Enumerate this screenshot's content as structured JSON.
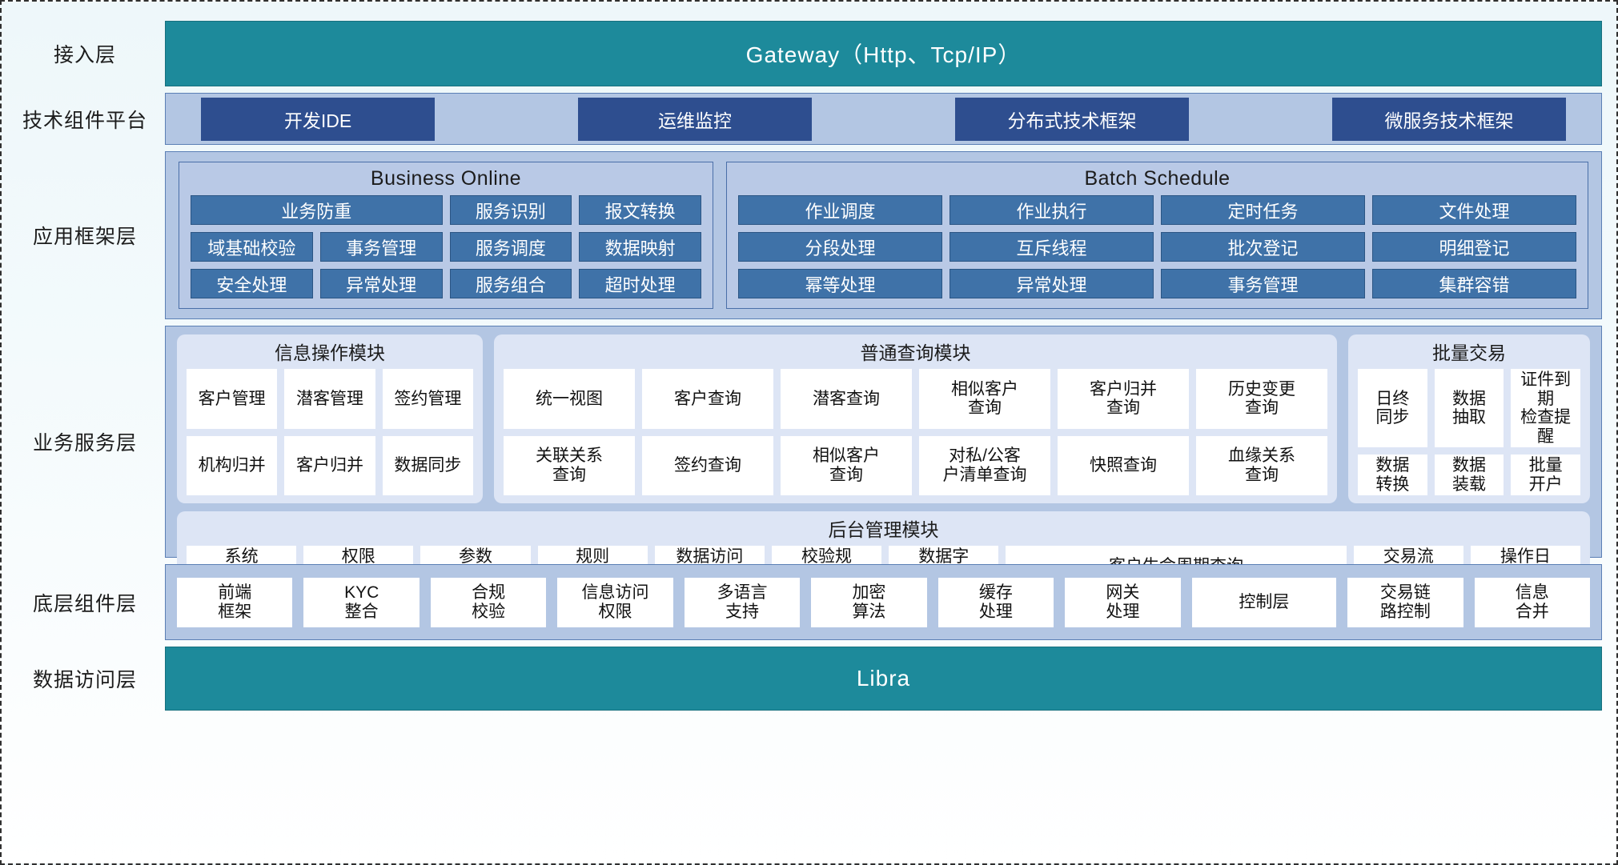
{
  "layers": [
    {
      "id": "access",
      "label": "接入层"
    },
    {
      "id": "tech",
      "label": "技术组件平台"
    },
    {
      "id": "appframe",
      "label": "应用框架层"
    },
    {
      "id": "service",
      "label": "业务服务层"
    },
    {
      "id": "component",
      "label": "底层组件层"
    },
    {
      "id": "data",
      "label": "数据访问层"
    }
  ],
  "access_layer": {
    "title": "Gateway（Http、Tcp/IP）"
  },
  "tech_layer": {
    "items": [
      "开发IDE",
      "运维监控",
      "分布式技术框架",
      "微服务技术框架"
    ]
  },
  "app_framework": {
    "business_online": {
      "title": "Business Online",
      "items": [
        {
          "label": "业务防重",
          "span": 2
        },
        {
          "label": "服务识别",
          "span": 1
        },
        {
          "label": "报文转换",
          "span": 1
        },
        {
          "label": "域基础校验",
          "span": 1
        },
        {
          "label": "事务管理",
          "span": 1
        },
        {
          "label": "服务调度",
          "span": 1
        },
        {
          "label": "数据映射",
          "span": 1
        },
        {
          "label": "安全处理",
          "span": 1
        },
        {
          "label": "异常处理",
          "span": 1
        },
        {
          "label": "服务组合",
          "span": 1
        },
        {
          "label": "超时处理",
          "span": 1
        }
      ]
    },
    "batch_schedule": {
      "title": "Batch Schedule",
      "items": [
        {
          "label": "作业调度",
          "span": 1
        },
        {
          "label": "作业执行",
          "span": 1
        },
        {
          "label": "定时任务",
          "span": 1
        },
        {
          "label": "文件处理",
          "span": 1
        },
        {
          "label": "分段处理",
          "span": 1
        },
        {
          "label": "互斥线程",
          "span": 1
        },
        {
          "label": "批次登记",
          "span": 1
        },
        {
          "label": "明细登记",
          "span": 1
        },
        {
          "label": "幂等处理",
          "span": 1
        },
        {
          "label": "异常处理",
          "span": 1
        },
        {
          "label": "事务管理",
          "span": 1
        },
        {
          "label": "集群容错",
          "span": 1
        }
      ]
    }
  },
  "business_service": {
    "info_module": {
      "title": "信息操作模块",
      "items": [
        "客户管理",
        "潜客管理",
        "签约管理",
        "机构归并",
        "客户归并",
        "数据同步"
      ]
    },
    "query_module": {
      "title": "普通查询模块",
      "items": [
        "统一视图",
        "客户查询",
        "潜客查询",
        "相似客户\n查询",
        "客户归并\n查询",
        "历史变更\n查询",
        "关联关系\n查询",
        "签约查询",
        "相似客户\n查询",
        "对私/公客\n户清单查询",
        "快照查询",
        "血缘关系\n查询"
      ]
    },
    "batch_module": {
      "title": "批量交易",
      "items": [
        "日终\n同步",
        "数据\n抽取",
        "证件到期\n检查提醒",
        "数据\n转换",
        "数据\n装载",
        "批量\n开户"
      ]
    },
    "admin_module": {
      "title": "后台管理模块",
      "items": [
        {
          "label": "系统\n管理",
          "wide": false
        },
        {
          "label": "权限\n管理",
          "wide": false
        },
        {
          "label": "参数\n管理",
          "wide": false
        },
        {
          "label": "规则\n配置",
          "wide": false
        },
        {
          "label": "数据访问\n控制",
          "wide": false
        },
        {
          "label": "校验规\n则管理",
          "wide": false
        },
        {
          "label": "数据字\n典管理",
          "wide": false
        },
        {
          "label": "客户生命周期查询",
          "wide": true
        },
        {
          "label": "交易流\n水查询",
          "wide": false
        },
        {
          "label": "操作日\n志查询",
          "wide": false
        }
      ]
    }
  },
  "component_layer": {
    "items": [
      "前端\n框架",
      "KYC\n整合",
      "合规\n校验",
      "信息访问\n权限",
      "多语言\n支持",
      "加密\n算法",
      "缓存\n处理",
      "网关\n处理",
      "控制层",
      "交易链\n路控制",
      "信息\n合并"
    ]
  },
  "data_layer": {
    "title": "Libra"
  },
  "colors": {
    "teal": "#1d8a9b",
    "band_blue": "#b3c6e3",
    "dark_button": "#2e4e8f",
    "cell_blue": "#3f72a8",
    "panel_light": "#dde5f5",
    "cell_white": "#ffffff"
  }
}
